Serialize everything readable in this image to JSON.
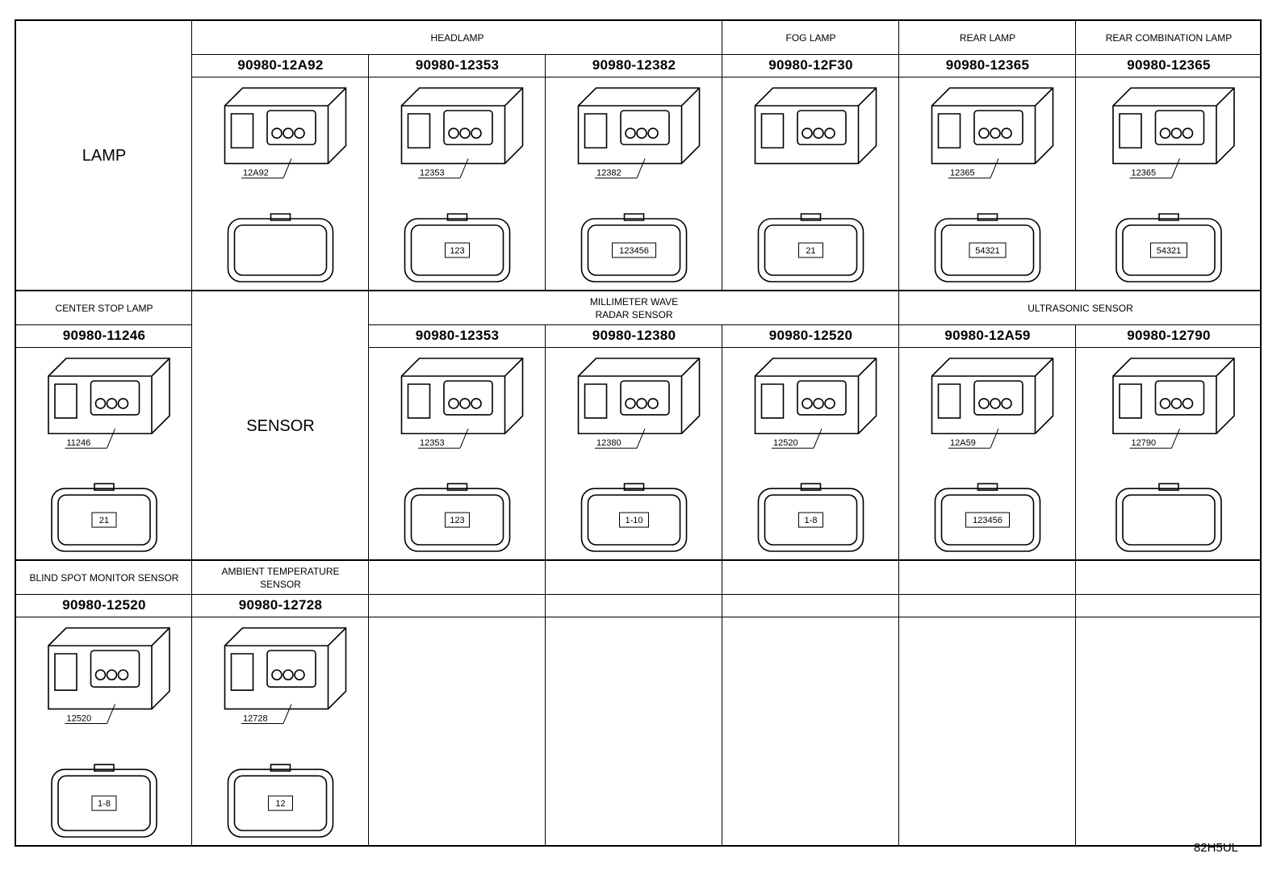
{
  "rows": [
    {
      "category": "LAMP",
      "category_span": "r0",
      "groups": [
        {
          "label": "HEADLAMP",
          "span": [
            1,
            3
          ]
        },
        {
          "label": "FOG LAMP",
          "span": [
            4,
            4
          ]
        },
        {
          "label": "REAR LAMP",
          "span": [
            5,
            5
          ]
        },
        {
          "label": "REAR COMBINATION LAMP",
          "span": [
            6,
            6
          ]
        }
      ],
      "parts": [
        {
          "col": 1,
          "number": "90980-12A92",
          "callout": "12A92",
          "pins": ""
        },
        {
          "col": 2,
          "number": "90980-12353",
          "callout": "12353",
          "pins": "123"
        },
        {
          "col": 3,
          "number": "90980-12382",
          "callout": "12382",
          "pins": "123456"
        },
        {
          "col": 4,
          "number": "90980-12F30",
          "callout": "",
          "pins": "21"
        },
        {
          "col": 5,
          "number": "90980-12365",
          "callout": "12365",
          "pins": "54321"
        },
        {
          "col": 6,
          "number": "90980-12365",
          "callout": "12365",
          "pins": "54321"
        }
      ]
    },
    {
      "category": "SENSOR",
      "groups": [
        {
          "label": "CENTER STOP LAMP",
          "span": [
            0,
            0
          ]
        },
        {
          "label": "MILLIMETER WAVE\nRADAR SENSOR",
          "span": [
            2,
            4
          ]
        },
        {
          "label": "ULTRASONIC SENSOR",
          "span": [
            5,
            6
          ]
        }
      ],
      "parts": [
        {
          "col": 0,
          "number": "90980-11246",
          "callout": "11246",
          "pins": "21"
        },
        {
          "col": 2,
          "number": "90980-12353",
          "callout": "12353",
          "pins": "123"
        },
        {
          "col": 3,
          "number": "90980-12380",
          "callout": "12380",
          "pins": "1-10"
        },
        {
          "col": 4,
          "number": "90980-12520",
          "callout": "12520",
          "pins": "1-8"
        },
        {
          "col": 5,
          "number": "90980-12A59",
          "callout": "12A59",
          "pins": "123456"
        },
        {
          "col": 6,
          "number": "90980-12790",
          "callout": "12790",
          "pins": ""
        }
      ]
    },
    {
      "groups": [
        {
          "label": "BLIND SPOT MONITOR SENSOR",
          "span": [
            0,
            0
          ]
        },
        {
          "label": "AMBIENT TEMPERATURE\nSENSOR",
          "span": [
            1,
            1
          ]
        }
      ],
      "parts": [
        {
          "col": 0,
          "number": "90980-12520",
          "callout": "12520",
          "pins": "1-8"
        },
        {
          "col": 1,
          "number": "90980-12728",
          "callout": "12728",
          "pins": "12"
        }
      ]
    }
  ],
  "footer_code": "82H5UL"
}
